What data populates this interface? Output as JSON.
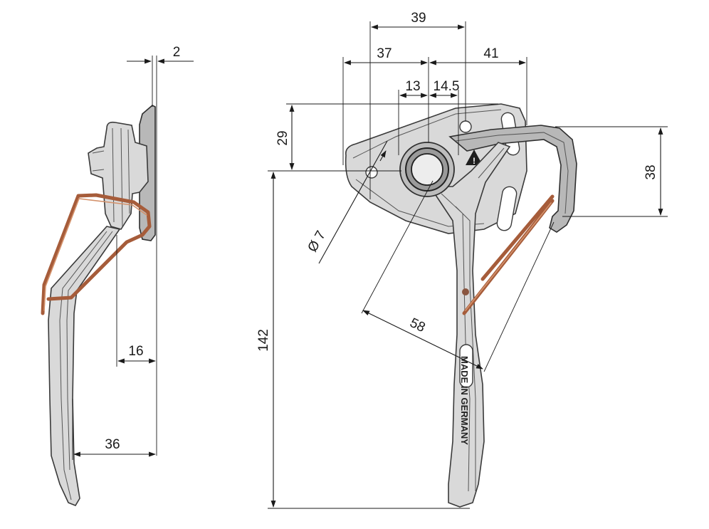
{
  "dimensions": {
    "side_thickness": "2",
    "side_offset": "16",
    "side_depth": "36",
    "front_top_width": "39",
    "front_left_width": "37",
    "front_right_width": "41",
    "center_left": "13",
    "center_right": "14.5",
    "front_height_top": "29",
    "hook_height": "38",
    "hole_diameter": "Ø 7",
    "reach": "58",
    "total_length": "142"
  },
  "stamp_text": "MADE IN GERMANY",
  "colors": {
    "line": "#1a1a1a",
    "metal": "#d9d9d9",
    "wire": "#a65c3a"
  }
}
